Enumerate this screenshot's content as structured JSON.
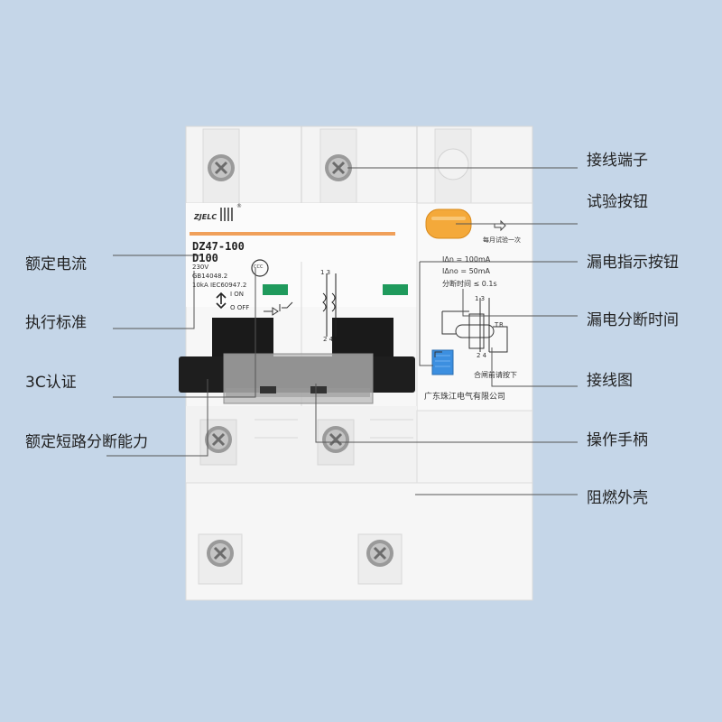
{
  "brand": {
    "logo_text": "ZJELC"
  },
  "breaker": {
    "model": "DZ47-100",
    "rating": "D100",
    "voltage": "230V",
    "standard_1": "GB14048.2",
    "standard_2": "10kA  IEC60947.2",
    "on_label": "I ON",
    "off_label": "O OFF",
    "test_note": "每月试验一次",
    "leak_current": "IΔn = 100mA",
    "non_op_current": "IΔno = 50mA",
    "break_time": "分断时间 ≤ 0.1s",
    "press_note": "合闸前请按下",
    "manufacturer": "广东珠江电气有限公司",
    "ccc_mark": "CCC"
  },
  "callouts": {
    "terminal": "接线端子",
    "test_button": "试验按钮",
    "leak_indicator": "漏电指示按钮",
    "leak_break_time": "漏电分断时间",
    "wiring_diagram": "接线图",
    "handle": "操作手柄",
    "shell": "阻燃外壳",
    "rated_current": "额定电流",
    "standard": "执行标准",
    "ccc": "3C认证",
    "short_circuit": "额定短路分断能力"
  },
  "colors": {
    "background": "#c5d6e8",
    "orange_band": "#f0a05a",
    "test_button": "#f4a93a",
    "indicator_button": "#3c8fe0",
    "green_window": "#1f9a5c"
  }
}
